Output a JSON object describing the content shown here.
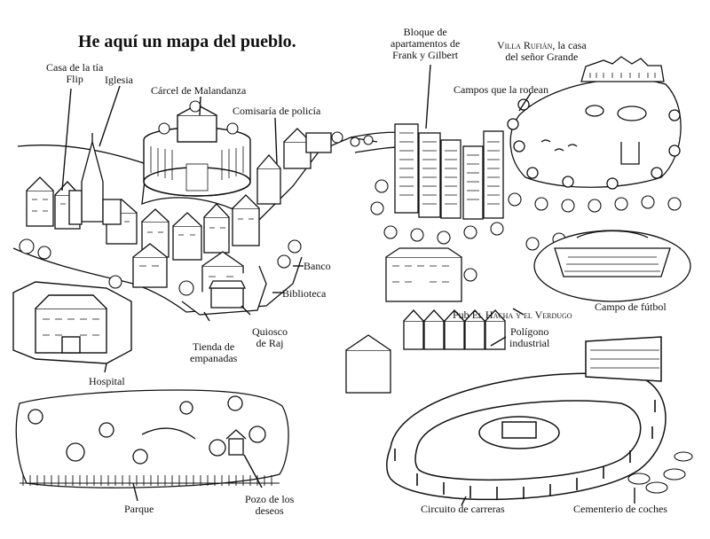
{
  "title": "He aquí un mapa del pueblo.",
  "labels": {
    "casa_tia": [
      "Casa de la tía",
      "Flip"
    ],
    "iglesia": "Iglesia",
    "carcel": "Cárcel de Malandanza",
    "comisaria": "Comisaría de policía",
    "bloque": [
      "Bloque de",
      "apartamentos de",
      "Frank y Gilbert"
    ],
    "villa_a": "Villa Rufián",
    "villa_b": ", la casa",
    "villa_c": "del señor Grande",
    "campos": "Campos que la rodean",
    "banco": "Banco",
    "biblioteca": "Biblioteca",
    "tienda": [
      "Tienda de",
      "empanadas"
    ],
    "quiosco": [
      "Quiosco",
      "de Raj"
    ],
    "campo_futbol": "Campo de fútbol",
    "pub_a": "Pub",
    "pub_b": "El Hacha y el Verdugo",
    "poligono": [
      "Polígono",
      "industrial"
    ],
    "hospital": "Hospital",
    "parque": "Parque",
    "pozo": [
      "Pozo de los",
      "deseos"
    ],
    "circuito": "Circuito de carreras",
    "cementerio": "Cementerio de coches"
  }
}
